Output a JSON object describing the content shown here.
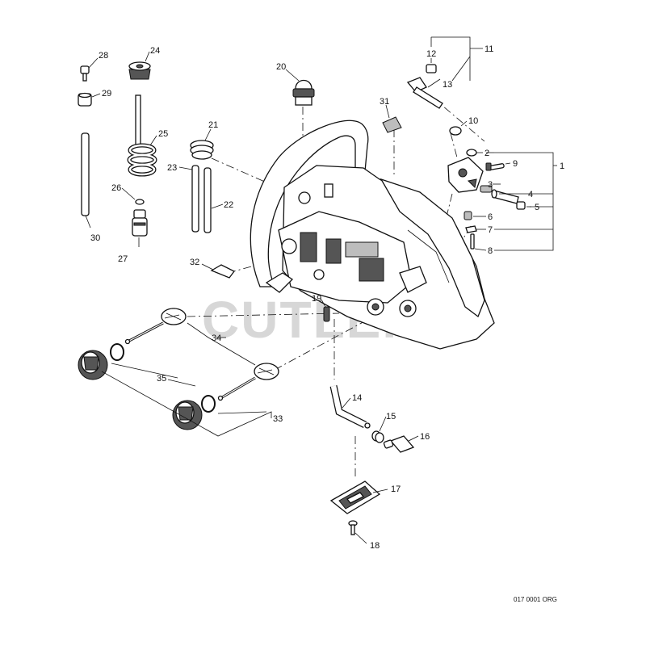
{
  "watermark": "CUTLER'S",
  "drawing_code": "017 0001 ORG",
  "callouts": [
    "1",
    "2",
    "3",
    "4",
    "5",
    "6",
    "7",
    "8",
    "9",
    "10",
    "11",
    "12",
    "13",
    "14",
    "15",
    "16",
    "17",
    "18",
    "19",
    "20",
    "21",
    "22",
    "23",
    "24",
    "25",
    "26",
    "27",
    "28",
    "29",
    "30",
    "31",
    "32",
    "33",
    "34",
    "35"
  ]
}
